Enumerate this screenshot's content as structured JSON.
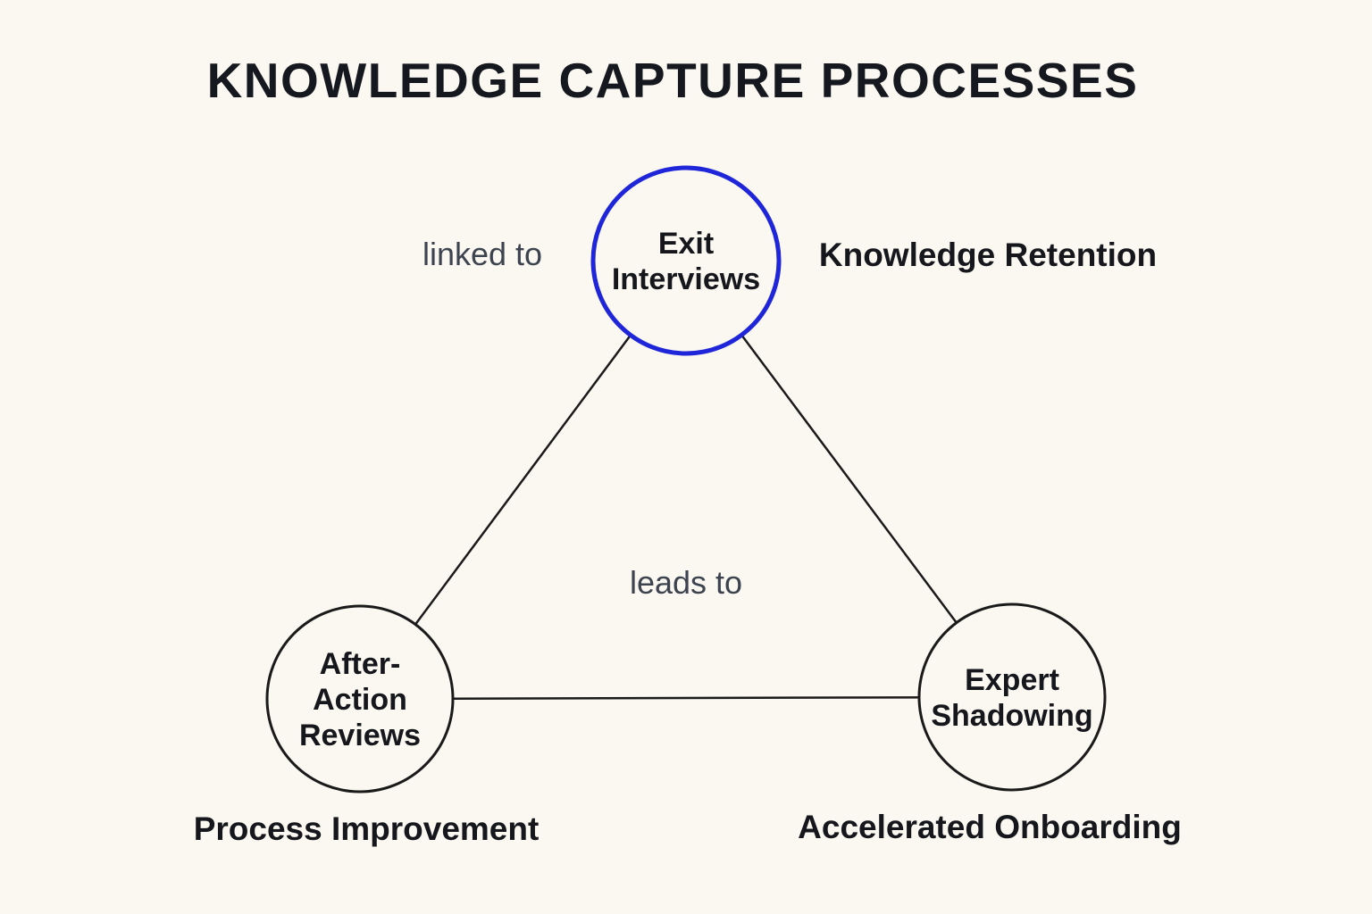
{
  "title": "KNOWLEDGE CAPTURE PROCESSES",
  "diagram": {
    "nodes": [
      {
        "id": "exit-interviews",
        "lines": [
          "Exit",
          "Interviews"
        ],
        "stroke": "#1f25d8"
      },
      {
        "id": "after-action-reviews",
        "lines": [
          "After-",
          "Action",
          "Reviews"
        ],
        "stroke": "#1a1a1a"
      },
      {
        "id": "expert-shadowing",
        "lines": [
          "Expert",
          "Shadowing"
        ],
        "stroke": "#1a1a1a"
      }
    ],
    "edges": [
      {
        "from": "exit-interviews",
        "to": "after-action-reviews",
        "label": "linked to"
      },
      {
        "from": "exit-interviews",
        "to": "expert-shadowing",
        "label": ""
      },
      {
        "from": "after-action-reviews",
        "to": "expert-shadowing",
        "label": "leads to"
      }
    ],
    "edge_labels": {
      "linked_to": "linked to",
      "leads_to": "leads to"
    },
    "annotations": {
      "exit_interviews": "Knowledge Retention",
      "after_action_reviews": "Process Improvement",
      "expert_shadowing": "Accelerated Onboarding"
    }
  },
  "colors": {
    "background": "#faf8f1",
    "accent_blue": "#1f25d8",
    "line_black": "#1a1a1a",
    "label_gray": "#3d444f",
    "text_dark": "#15171c"
  }
}
